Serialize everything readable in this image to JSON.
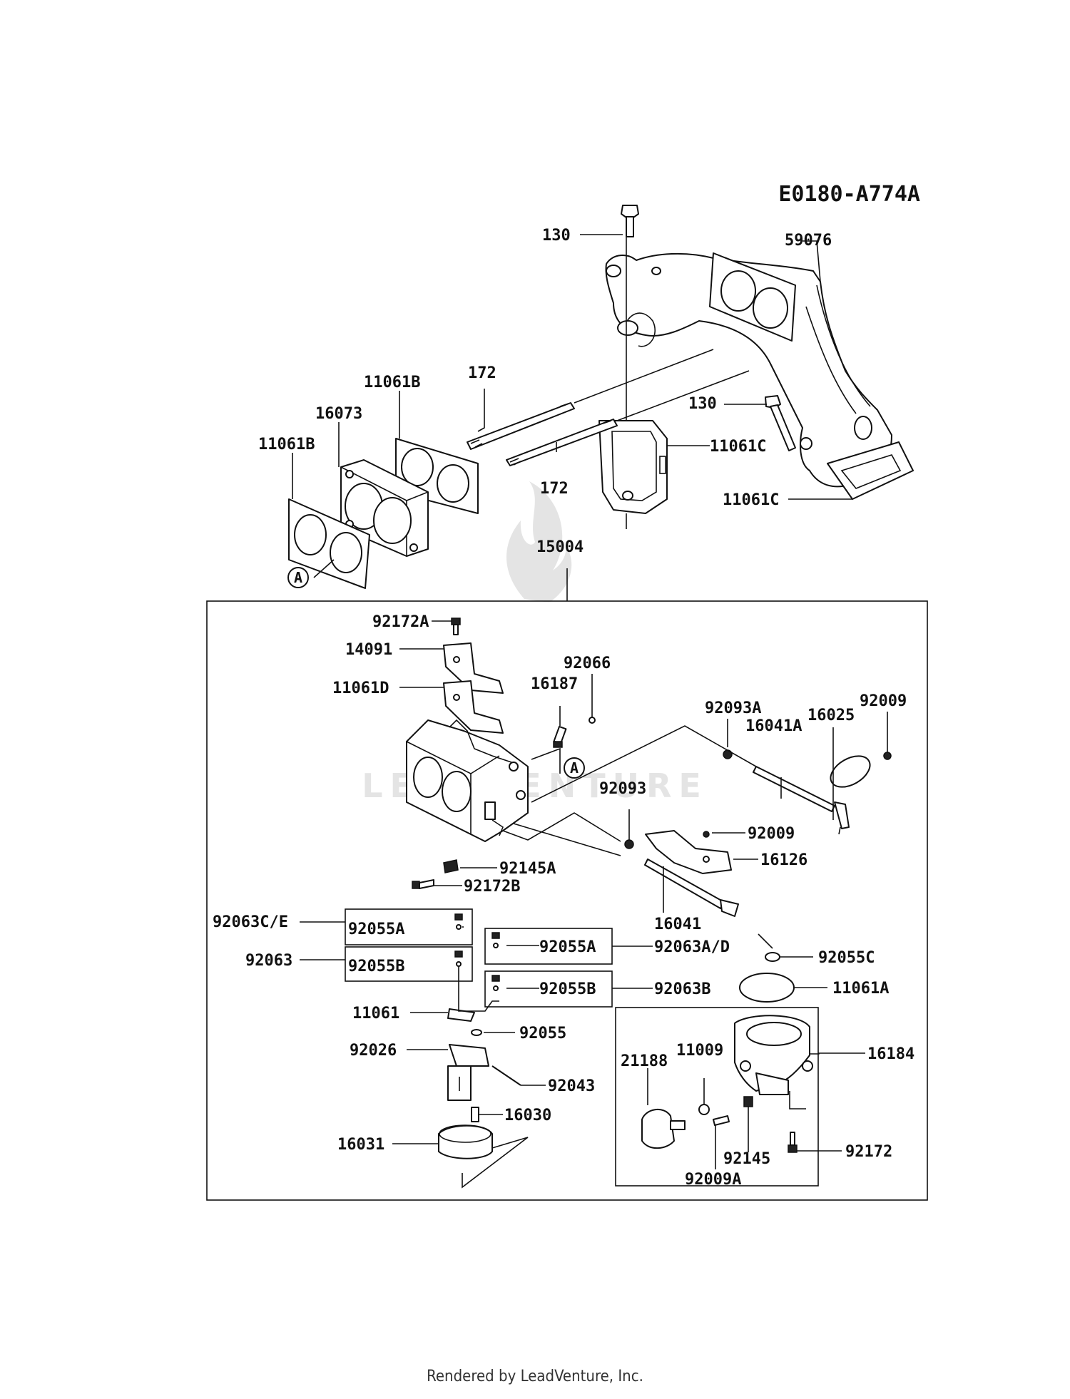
{
  "diagram_code": "E0180-A774A",
  "footer": "Rendered by LeadVenture, Inc.",
  "watermark": {
    "text": "LEADVENTURE",
    "glyph": "LV flame logo"
  },
  "callouts": {
    "c130a": "130",
    "c59076": "59076",
    "c11061b_top": "11061B",
    "c172_top": "172",
    "c16073": "16073",
    "c11061b_left": "11061B",
    "c172_bot": "172",
    "c130b": "130",
    "c11061c_a": "11061C",
    "c11061c_b": "11061C",
    "c15004": "15004",
    "ref_a1": "A",
    "ref_a2": "A",
    "c92172a": "92172A",
    "c14091": "14091",
    "c11061d": "11061D",
    "c92066": "92066",
    "c16187": "16187",
    "c92093a": "92093A",
    "c92009_top": "92009",
    "c16041a": "16041A",
    "c16025": "16025",
    "c92093": "92093",
    "c92009_mid": "92009",
    "c16126": "16126",
    "c92145a": "92145A",
    "c92172b": "92172B",
    "c16041": "16041",
    "c92063ce": "92063C/E",
    "c92055a_l": "92055A",
    "c92055a_r": "92055A",
    "c92063ad": "92063A/D",
    "c92063": "92063",
    "c92055b_l": "92055B",
    "c92055c": "92055C",
    "c92055b_r": "92055B",
    "c92063b": "92063B",
    "c11061a": "11061A",
    "c11061": "11061",
    "c92055": "92055",
    "c92026": "92026",
    "c92043": "92043",
    "c16030": "16030",
    "c16031": "16031",
    "c21188": "21188",
    "c11009": "11009",
    "c16184": "16184",
    "c92145": "92145",
    "c92172": "92172",
    "c92009a": "92009A"
  }
}
